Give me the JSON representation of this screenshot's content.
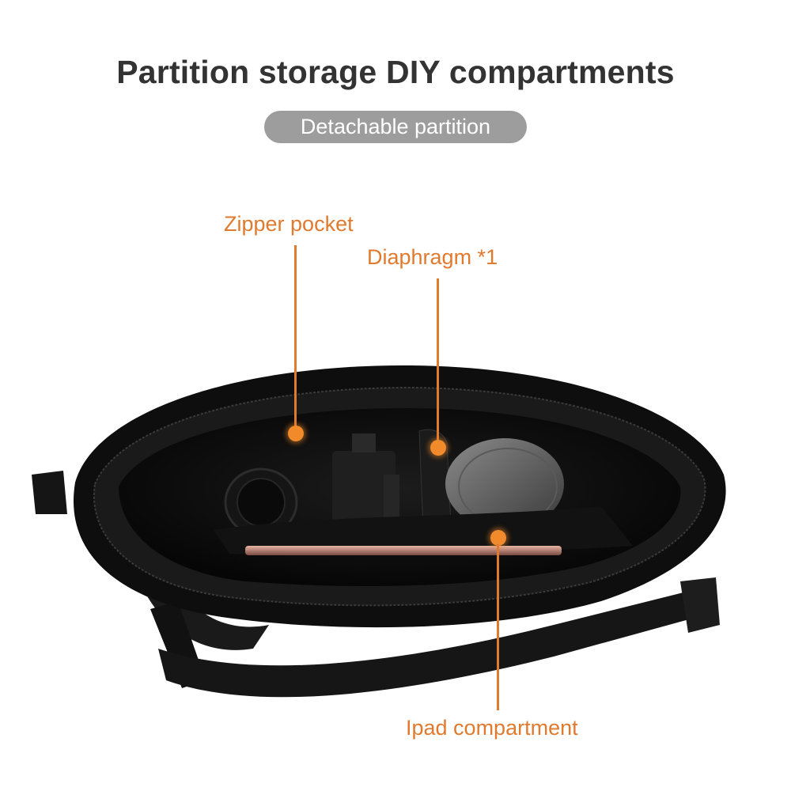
{
  "header": {
    "title": "Partition storage DIY compartments",
    "badge": "Detachable partition"
  },
  "callouts": [
    {
      "label": "Zipper pocket"
    },
    {
      "label": "Diaphragm *1"
    },
    {
      "label": "Ipad compartment"
    }
  ],
  "colors": {
    "title": "#333333",
    "badge_bg": "#9d9d9d",
    "accent": "#e07a2e"
  },
  "image": {
    "subject": "black-shoulder-bag-open-top-view",
    "contents": [
      "camera-body",
      "lens",
      "lens-cap",
      "padded-divider",
      "tablet"
    ]
  }
}
